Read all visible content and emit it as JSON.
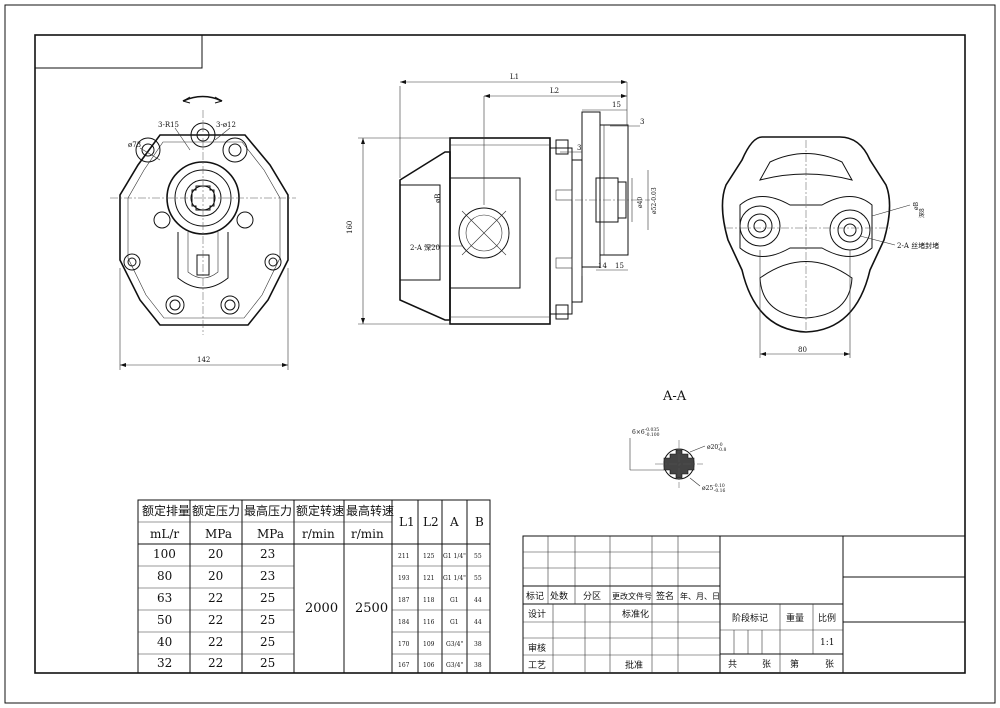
{
  "front_view": {
    "label_r15": "3-R15",
    "label_d12": "3-ø12",
    "label_d73": "ø73",
    "dim_width": "142"
  },
  "side_view": {
    "dim_l1": "L1",
    "dim_l2": "L2",
    "dim_15_top": "15",
    "dim_3_top": "3",
    "dim_3_mid": "3",
    "dim_height": "160",
    "dim_db": "øB",
    "label_port_a": "2-A 深20",
    "dim_d40": "ø40",
    "dim_d52": "ø52-0.03",
    "dim_14": "14",
    "dim_15_bot": "15"
  },
  "rear_view": {
    "dim_80": "80",
    "dim_db": "øB",
    "dim_deep": "深8",
    "label_plug": "2-A 丝堵封堵"
  },
  "section": {
    "title": "A-A",
    "spline": "6×6-0.035\n-0.100",
    "d20": "ø20-0\n-0.8",
    "d25": "ø25-0.10\n-0.16"
  },
  "spec_table": {
    "headers_cn": [
      "额定排量",
      "额定压力",
      "最高压力",
      "额定转速",
      "最高转速"
    ],
    "headers_unit": [
      "mL/r",
      "MPa",
      "MPa",
      "r/min",
      "r/min"
    ],
    "headers_dim": [
      "L1",
      "L2",
      "A",
      "B"
    ],
    "rows": [
      {
        "disp": "100",
        "rated_p": "20",
        "max_p": "23",
        "l1": "211",
        "l2": "125",
        "a": "G1 1/4\"",
        "b": "55"
      },
      {
        "disp": "80",
        "rated_p": "20",
        "max_p": "23",
        "l1": "193",
        "l2": "121",
        "a": "G1 1/4\"",
        "b": "55"
      },
      {
        "disp": "63",
        "rated_p": "22",
        "max_p": "25",
        "l1": "187",
        "l2": "118",
        "a": "G1",
        "b": "44"
      },
      {
        "disp": "50",
        "rated_p": "22",
        "max_p": "25",
        "l1": "184",
        "l2": "116",
        "a": "G1",
        "b": "44"
      },
      {
        "disp": "40",
        "rated_p": "22",
        "max_p": "25",
        "l1": "170",
        "l2": "109",
        "a": "G3/4\"",
        "b": "38"
      },
      {
        "disp": "32",
        "rated_p": "22",
        "max_p": "25",
        "l1": "167",
        "l2": "106",
        "a": "G3/4\"",
        "b": "38"
      }
    ],
    "rated_speed": "2000",
    "max_speed": "2500"
  },
  "title_block": {
    "mark": "标记",
    "count": "处数",
    "zone": "分区",
    "change_doc": "更改文件号",
    "sign": "签名",
    "date": "年、月、日",
    "design": "设计",
    "standard": "标准化",
    "review": "审核",
    "process": "工艺",
    "approve": "批准",
    "stage": "阶段标记",
    "weight": "重量",
    "scale": "比例",
    "scale_value": "1:1",
    "total": "共",
    "sheets": "张",
    "sheet_no": "第",
    "sheets2": "张"
  }
}
